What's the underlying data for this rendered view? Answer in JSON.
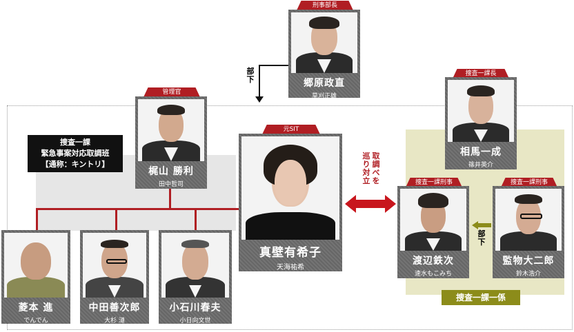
{
  "team_box": "捜査一課\n緊急事案対応取調班\n【通称：キントリ】",
  "team_label": "捜査一課一係",
  "relation_text_left": "巡り対立",
  "relation_text_right": "取調べを",
  "subordinate_left": "部下",
  "subordinate_right": "部下",
  "people": {
    "gohara": {
      "role": "刑事部長",
      "name": "郷原政直",
      "actor": "草刈正雄"
    },
    "kajiyama": {
      "role": "管理官",
      "name": "梶山 勝利",
      "actor": "田中哲司"
    },
    "makabe": {
      "role": "元SIT",
      "name": "真壁有希子",
      "actor": "天海祐希"
    },
    "souma": {
      "role": "捜査一課長",
      "name": "相馬一成",
      "actor": "篠井英介"
    },
    "watanabe": {
      "role": "捜査一課刑事",
      "name": "渡辺鉄次",
      "actor": "速水もこみち"
    },
    "kanmotsu": {
      "role": "捜査一課刑事",
      "name": "監物大二郎",
      "actor": "鈴木浩介"
    },
    "hishimoto": {
      "name": "菱本 進",
      "actor": "でんでん"
    },
    "nakata": {
      "name": "中田善次郎",
      "actor": "大杉 漣"
    },
    "koishikawa": {
      "name": "小石川春夫",
      "actor": "小日向文世"
    }
  },
  "colors": {
    "role_red": "#b01e23",
    "olive": "#8c8c1a",
    "card": "#6b6b6b"
  }
}
